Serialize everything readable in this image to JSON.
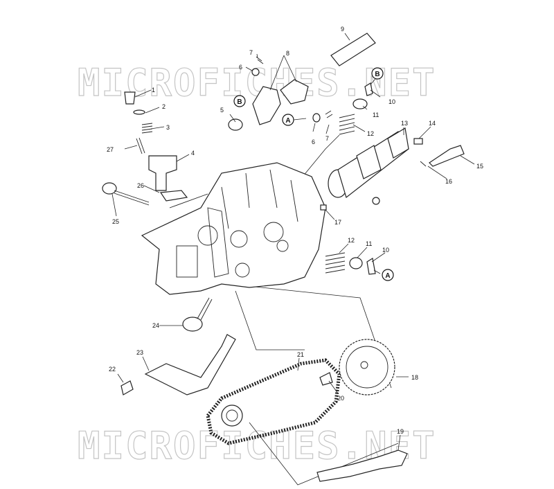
{
  "watermark": {
    "text": "MICROFICHES.NET"
  },
  "markers": {
    "a": "A",
    "b": "B"
  },
  "callouts": {
    "c1": "1",
    "c2": "2",
    "c3": "3",
    "c4": "4",
    "c5": "5",
    "c6a": "6",
    "c6b": "6",
    "c7a": "7",
    "c7b": "7",
    "c8": "8",
    "c9": "9",
    "c10a": "10",
    "c10b": "10",
    "c11a": "11",
    "c11b": "11",
    "c12a": "12",
    "c12b": "12",
    "c13": "13",
    "c14": "14",
    "c15": "15",
    "c16": "16",
    "c17": "17",
    "c18": "18",
    "c19": "19",
    "c20": "20",
    "c21": "21",
    "c22": "22",
    "c23": "23",
    "c24": "24",
    "c25": "25",
    "c26": "26",
    "c27": "27"
  }
}
